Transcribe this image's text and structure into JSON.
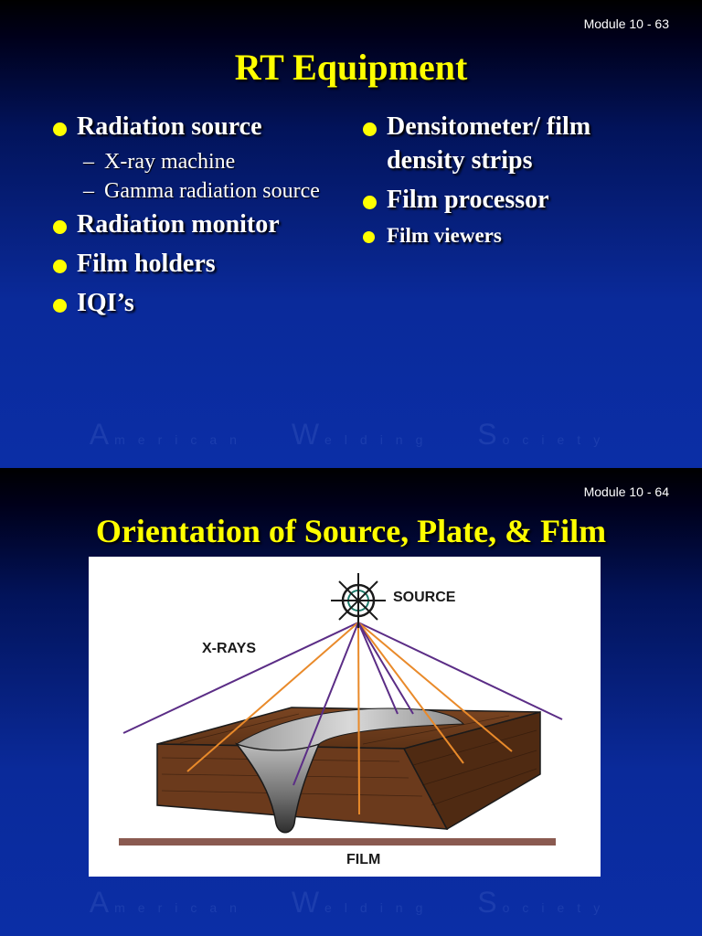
{
  "slides": [
    {
      "module": "Module 10 - 63",
      "title": "RT Equipment",
      "left_items": [
        {
          "label": "Radiation source",
          "subitems": [
            "X-ray machine",
            "Gamma radiation source"
          ]
        },
        {
          "label": "Radiation monitor"
        },
        {
          "label": "Film holders"
        },
        {
          "label": "IQI’s"
        }
      ],
      "right_items": [
        {
          "label": "Densitometer/ film density strips"
        },
        {
          "label": "Film processor"
        },
        {
          "label": "Film viewers"
        }
      ],
      "watermark": {
        "words": [
          {
            "cap": "A",
            "rest": "merican"
          },
          {
            "cap": "W",
            "rest": "elding"
          },
          {
            "cap": "S",
            "rest": "ociety"
          }
        ]
      }
    },
    {
      "module": "Module 10 - 64",
      "title": "Orientation of Source, Plate, & Film",
      "figure": {
        "labels": {
          "source": "SOURCE",
          "xrays": "X-RAYS",
          "film": "FILM"
        }
      },
      "watermark": {
        "words": [
          {
            "cap": "A",
            "rest": "merican"
          },
          {
            "cap": "W",
            "rest": "elding"
          },
          {
            "cap": "S",
            "rest": "ociety"
          }
        ]
      }
    }
  ],
  "colors": {
    "title": "#ffff00",
    "bullet": "#ffff00",
    "text": "#ffffff",
    "plate": "#6b3a1c",
    "film": "#8a5a50",
    "ray_purple": "#5b2d86",
    "ray_orange": "#e98a2a"
  }
}
